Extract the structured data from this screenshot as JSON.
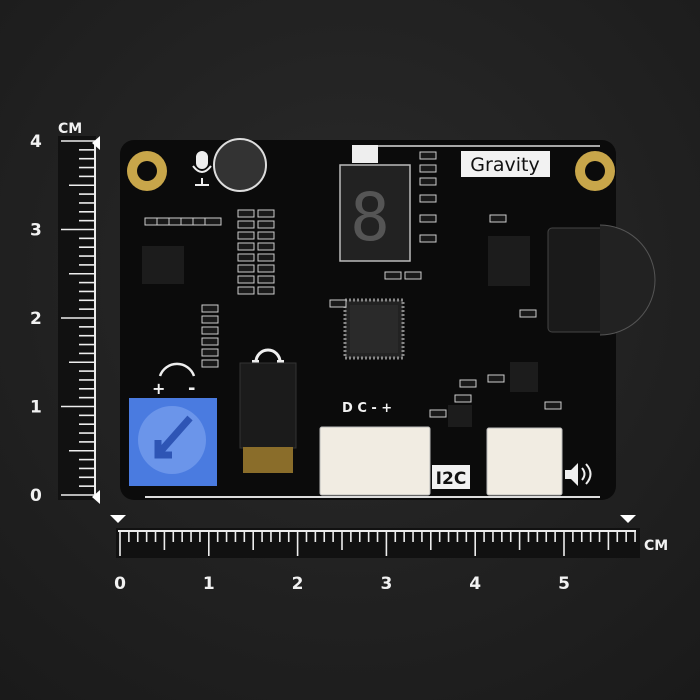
{
  "rulers": {
    "unit_label": "CM",
    "vertical_labels": [
      "0",
      "1",
      "2",
      "3",
      "4"
    ],
    "horizontal_labels": [
      "0",
      "1",
      "2",
      "3",
      "4",
      "5"
    ]
  },
  "board": {
    "brand_label": "Gravity",
    "display_digit": "8",
    "connector_pins_label": "D C - +",
    "connector_label": "I2C",
    "pot_plus": "+",
    "pot_minus": "-"
  },
  "icons": [
    "microphone-icon",
    "headphones-icon",
    "speaker-icon",
    "rotate-arrow-icon"
  ],
  "colors": {
    "background": "#1f1f1f",
    "board": "#0b0b0b",
    "potentiometer": "#3f6fd8",
    "connector": "#f1ece2",
    "gold": "#c8a64a"
  }
}
